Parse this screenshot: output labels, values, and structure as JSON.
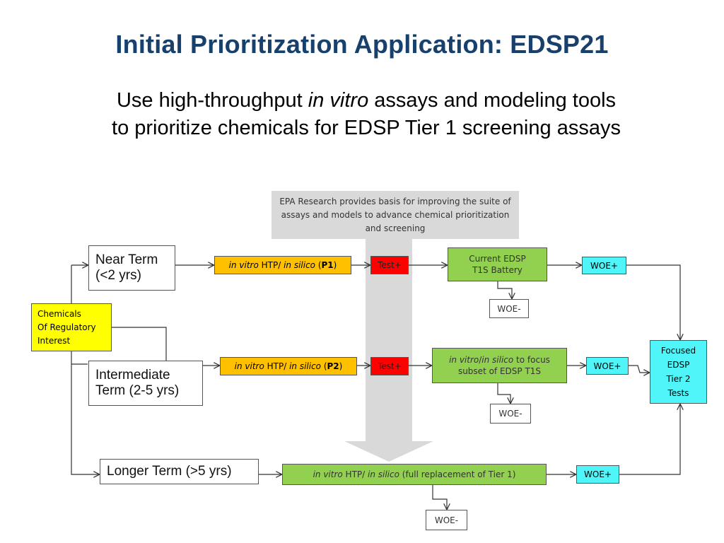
{
  "title": "Initial Prioritization Application: EDSP21",
  "subtitle": {
    "pre": "Use high-throughput ",
    "italic": "in vitro",
    "post": " assays and modeling tools",
    "line2": "to prioritize chemicals for EDSP Tier 1 screening assays"
  },
  "research_box": "EPA Research provides basis for improving the suite of assays and models to advance chemical prioritization and screening",
  "chemicals_box": {
    "line1": "Chemicals",
    "line2": "Of Regulatory",
    "line3": "Interest"
  },
  "near_term": {
    "line1": "Near Term",
    "line2": "(<2 yrs)"
  },
  "intermediate_term": {
    "line1": "Intermediate",
    "line2": "Term (2-5 yrs)"
  },
  "longer_term": "Longer Term (>5 yrs)",
  "p1_box": {
    "italic1": "in vitro",
    "mid": " HTP/ ",
    "italic2": "in silico",
    "open": " (",
    "bold": "P1",
    "close": ")"
  },
  "p2_box": {
    "italic1": "in vitro",
    "mid": " HTP/ ",
    "italic2": "in silico",
    "open": " (",
    "bold": "P2",
    "close": ")"
  },
  "test1": "Test+",
  "test2": "Test+",
  "current_edsp": {
    "line1": "Current EDSP",
    "line2": "T1S Battery"
  },
  "focus_box": {
    "italic1": "in vitro",
    "slash": "/",
    "italic2": "in silico",
    "rest1": " to focus",
    "line2": "subset of EDSP T1S"
  },
  "full_box": {
    "italic1": "in vitro",
    "mid": " HTP/ ",
    "italic2": "in silico",
    "rest": " (full replacement of Tier 1)"
  },
  "woe_plus_1": "WOE+",
  "woe_plus_2": "WOE+",
  "woe_plus_3": "WOE+",
  "woe_minus_1": "WOE-",
  "woe_minus_2": "WOE-",
  "woe_minus_3": "WOE-",
  "tier2_box": {
    "line1": "Focused",
    "line2": "EDSP",
    "line3": "Tier 2",
    "line4": "Tests"
  },
  "colors": {
    "title": "#17406d",
    "orange": "#ffc000",
    "red": "#ff0000",
    "green": "#92d050",
    "cyan": "#4ff5f8",
    "yellow": "#ffff00",
    "grey": "#d9d9d9"
  }
}
